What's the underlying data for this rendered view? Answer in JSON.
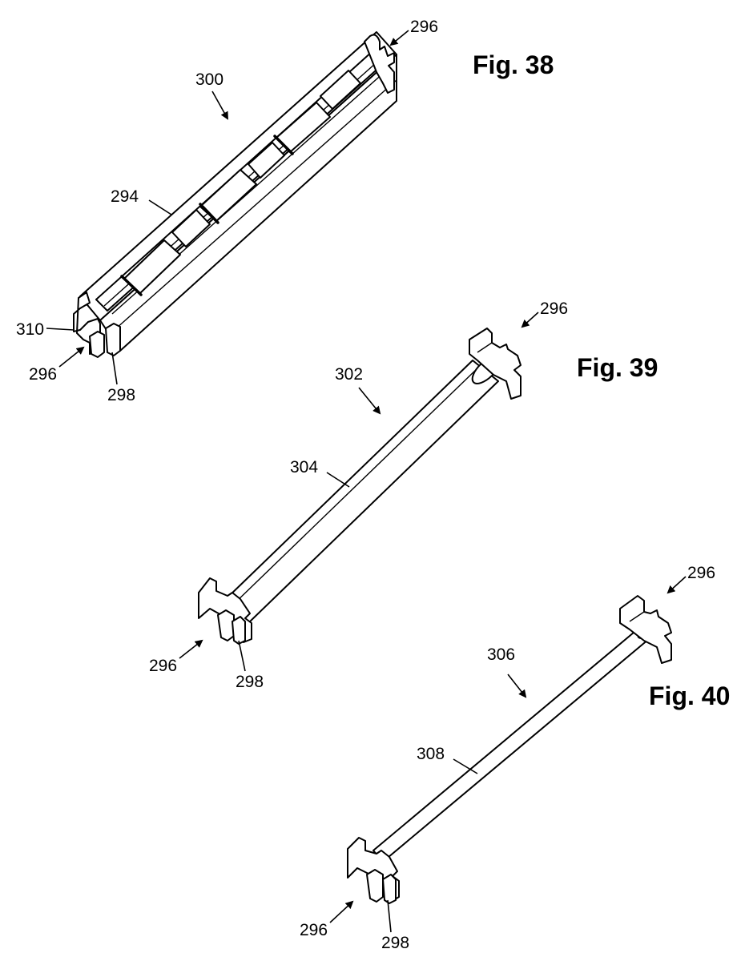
{
  "figures": [
    {
      "id": "fig38",
      "title": "Fig. 38",
      "refs": {
        "assembly": "300",
        "channel": "294",
        "connector_top": "296",
        "connector_bottom": "296",
        "end_tab": "310",
        "clip": "298"
      }
    },
    {
      "id": "fig39",
      "title": "Fig. 39",
      "refs": {
        "assembly": "302",
        "tube": "304",
        "connector_top": "296",
        "connector_bottom": "296",
        "clip": "298"
      }
    },
    {
      "id": "fig40",
      "title": "Fig. 40",
      "refs": {
        "assembly": "306",
        "rod": "308",
        "connector_top": "296",
        "connector_bottom": "296",
        "clip": "298"
      }
    }
  ]
}
